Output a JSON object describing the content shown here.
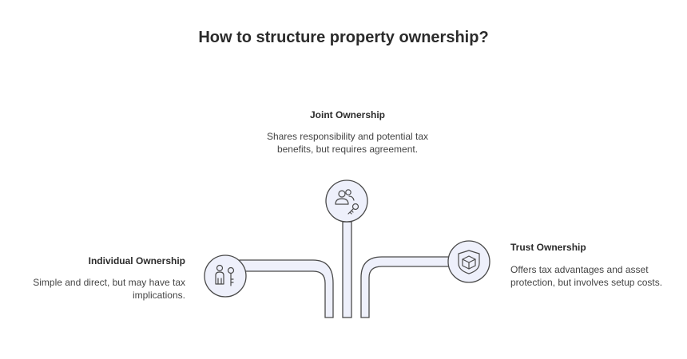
{
  "title": "How to structure property ownership?",
  "options": {
    "joint": {
      "title": "Joint Ownership",
      "description": "Shares responsibility and potential tax benefits, but requires agreement.",
      "icon": "people-key-icon"
    },
    "individual": {
      "title": "Individual Ownership",
      "description": "Simple and direct, but may have tax implications.",
      "icon": "person-key-icon"
    },
    "trust": {
      "title": "Trust Ownership",
      "description": "Offers tax advantages and asset protection, but involves setup costs.",
      "icon": "box-shield-icon"
    }
  },
  "colors": {
    "pipe_fill": "#eef0fb",
    "stroke": "#4a4a4a",
    "circle_fill": "#eef0fb"
  }
}
